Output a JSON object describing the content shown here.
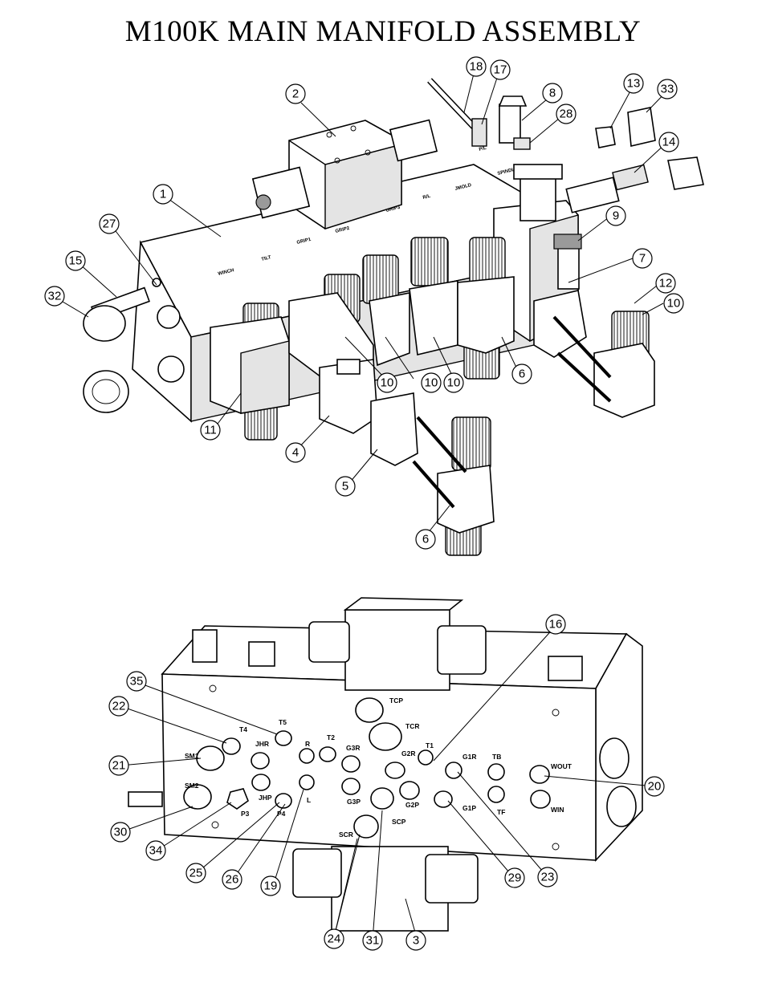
{
  "title": "M100K MAIN MANIFOLD ASSEMBLY",
  "top_view": {
    "manifold_labels": [
      "WINCH",
      "TILT",
      "GRIP1",
      "GRIP2",
      "GRIP3",
      "R/L",
      "JMOLD",
      "SPINDLE",
      "P/L"
    ],
    "callouts": [
      {
        "n": "1"
      },
      {
        "n": "2"
      },
      {
        "n": "4"
      },
      {
        "n": "5"
      },
      {
        "n": "6"
      },
      {
        "n": "6"
      },
      {
        "n": "7"
      },
      {
        "n": "8"
      },
      {
        "n": "9"
      },
      {
        "n": "10"
      },
      {
        "n": "10"
      },
      {
        "n": "10"
      },
      {
        "n": "10"
      },
      {
        "n": "11"
      },
      {
        "n": "12"
      },
      {
        "n": "13"
      },
      {
        "n": "14"
      },
      {
        "n": "15"
      },
      {
        "n": "17"
      },
      {
        "n": "18"
      },
      {
        "n": "27"
      },
      {
        "n": "28"
      },
      {
        "n": "32"
      },
      {
        "n": "33"
      }
    ]
  },
  "bottom_view": {
    "port_labels": [
      "TCP",
      "T5",
      "T4",
      "JHR",
      "SM1",
      "SM2",
      "JHP",
      "P3",
      "P4",
      "R",
      "L",
      "T2",
      "G3R",
      "G3P",
      "TCR",
      "G2R",
      "G2P",
      "T1",
      "G1R",
      "G1P",
      "TB",
      "TF",
      "WOUT",
      "WIN",
      "SCP",
      "SCR"
    ],
    "callouts": [
      {
        "n": "3"
      },
      {
        "n": "16"
      },
      {
        "n": "19"
      },
      {
        "n": "20"
      },
      {
        "n": "21"
      },
      {
        "n": "22"
      },
      {
        "n": "23"
      },
      {
        "n": "24"
      },
      {
        "n": "25"
      },
      {
        "n": "26"
      },
      {
        "n": "29"
      },
      {
        "n": "30"
      },
      {
        "n": "31"
      },
      {
        "n": "34"
      },
      {
        "n": "35"
      }
    ]
  }
}
